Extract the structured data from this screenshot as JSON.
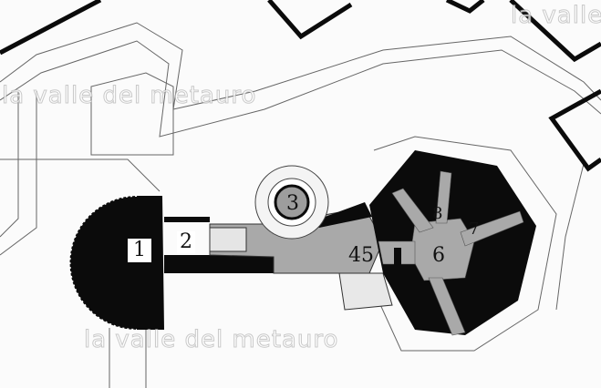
{
  "plan": {
    "room_labels": [
      "1",
      "2",
      "3",
      "45",
      "6",
      "7",
      "8"
    ],
    "watermark": "la valle del metauro",
    "colors": {
      "wall": "#0b0b0b",
      "floor": "#a9a9a9",
      "paper": "#fbfbfb",
      "line": "#555555"
    }
  }
}
